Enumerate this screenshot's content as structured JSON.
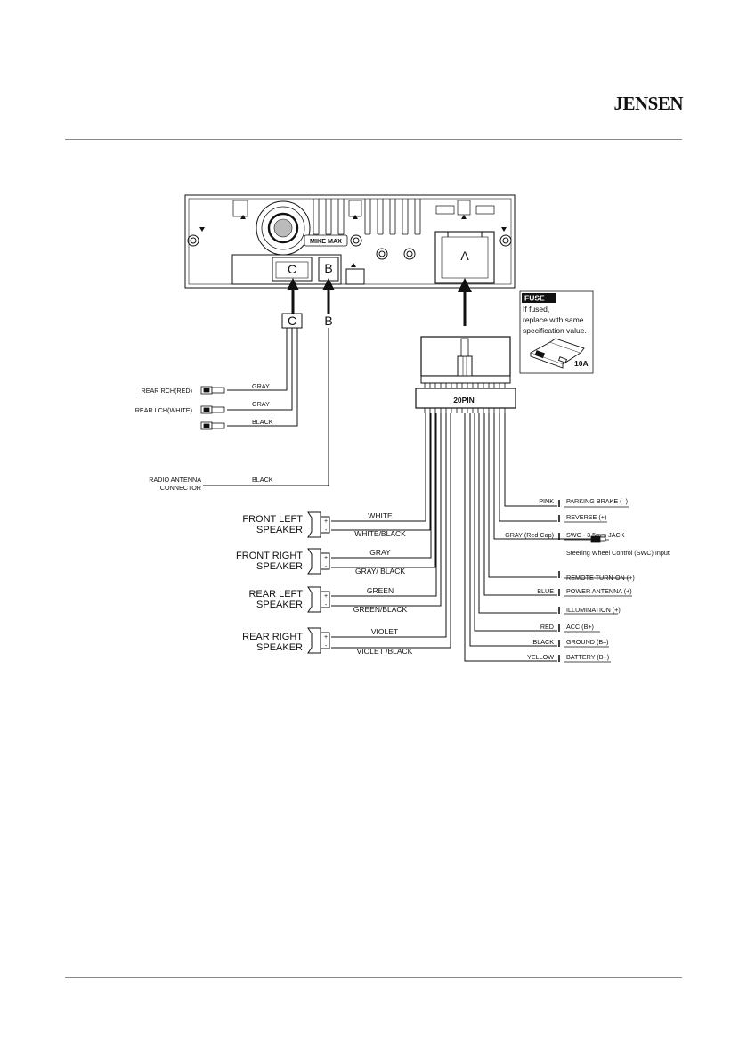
{
  "header": {
    "brand": "JENSEN"
  },
  "unit": {
    "knob_label": "MIKE MAX",
    "connector_a": "A",
    "connector_b": "B",
    "connector_c": "C"
  },
  "harness": {
    "pin_label": "20PIN"
  },
  "fuse": {
    "title": "FUSE",
    "lines": [
      "If fused,",
      "replace with same",
      "specification value."
    ],
    "rating": "10A"
  },
  "rca": [
    {
      "name": "REAR RCH(RED)",
      "wire": "GRAY"
    },
    {
      "name": "REAR LCH(WHITE)",
      "wire": "GRAY"
    },
    {
      "name": "",
      "wire": "BLACK"
    }
  ],
  "antenna": {
    "name_line1": "RADIO ANTENNA",
    "name_line2": "CONNECTOR",
    "wire": "BLACK"
  },
  "speakers": [
    {
      "name_line1": "FRONT LEFT",
      "name_line2": "SPEAKER",
      "plus_wire": "WHITE",
      "minus_wire": "WHITE/BLACK"
    },
    {
      "name_line1": "FRONT RIGHT",
      "name_line2": "SPEAKER",
      "plus_wire": "GRAY",
      "minus_wire": "GRAY/ BLACK"
    },
    {
      "name_line1": "REAR LEFT",
      "name_line2": "SPEAKER",
      "plus_wire": "GREEN",
      "minus_wire": "GREEN/BLACK"
    },
    {
      "name_line1": "REAR RIGHT",
      "name_line2": "SPEAKER",
      "plus_wire": "VIOLET",
      "minus_wire": "VIOLET /BLACK"
    }
  ],
  "power_wires": [
    {
      "color": "PINK",
      "function": "PARKING BRAKE (–)"
    },
    {
      "color": "",
      "function": "REVERSE (+)"
    },
    {
      "color": "GRAY (Red Cap)",
      "function": "SWC - 3.5mm JACK",
      "note": "Steering Wheel Control (SWC) Input"
    },
    {
      "color": "",
      "function": "REMOTE TURN-ON (+)"
    },
    {
      "color": "BLUE",
      "function": "POWER ANTENNA (+)"
    },
    {
      "color": "",
      "function": "ILLUMINATION (+)"
    },
    {
      "color": "RED",
      "function": "ACC (B+)"
    },
    {
      "color": "BLACK",
      "function": "GROUND (B–)"
    },
    {
      "color": "YELLOW",
      "function": "BATTERY (B+)"
    }
  ]
}
